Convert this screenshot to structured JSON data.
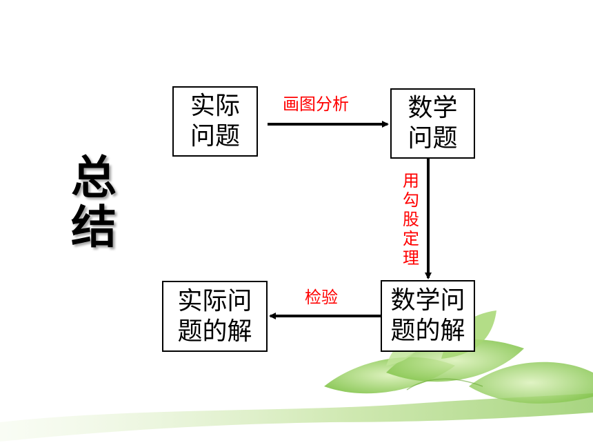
{
  "title": {
    "line1": "总",
    "line2": "结"
  },
  "nodes": {
    "real_problem": {
      "line1": "实际",
      "line2": "问题"
    },
    "math_problem": {
      "line1": "数学",
      "line2": "问题"
    },
    "math_solution": {
      "line1": "数学问",
      "line2": "题的解"
    },
    "real_solution": {
      "line1": "实际问",
      "line2": "题的解"
    }
  },
  "edges": {
    "draw_analyze": "画图分析",
    "pythagorean": [
      "用",
      "勾",
      "股",
      "定",
      "理"
    ],
    "verify": "检验"
  },
  "colors": {
    "label": "#ff0000",
    "box_border": "#000000",
    "arrow": "#000000",
    "leaf": "#8fd05a"
  }
}
